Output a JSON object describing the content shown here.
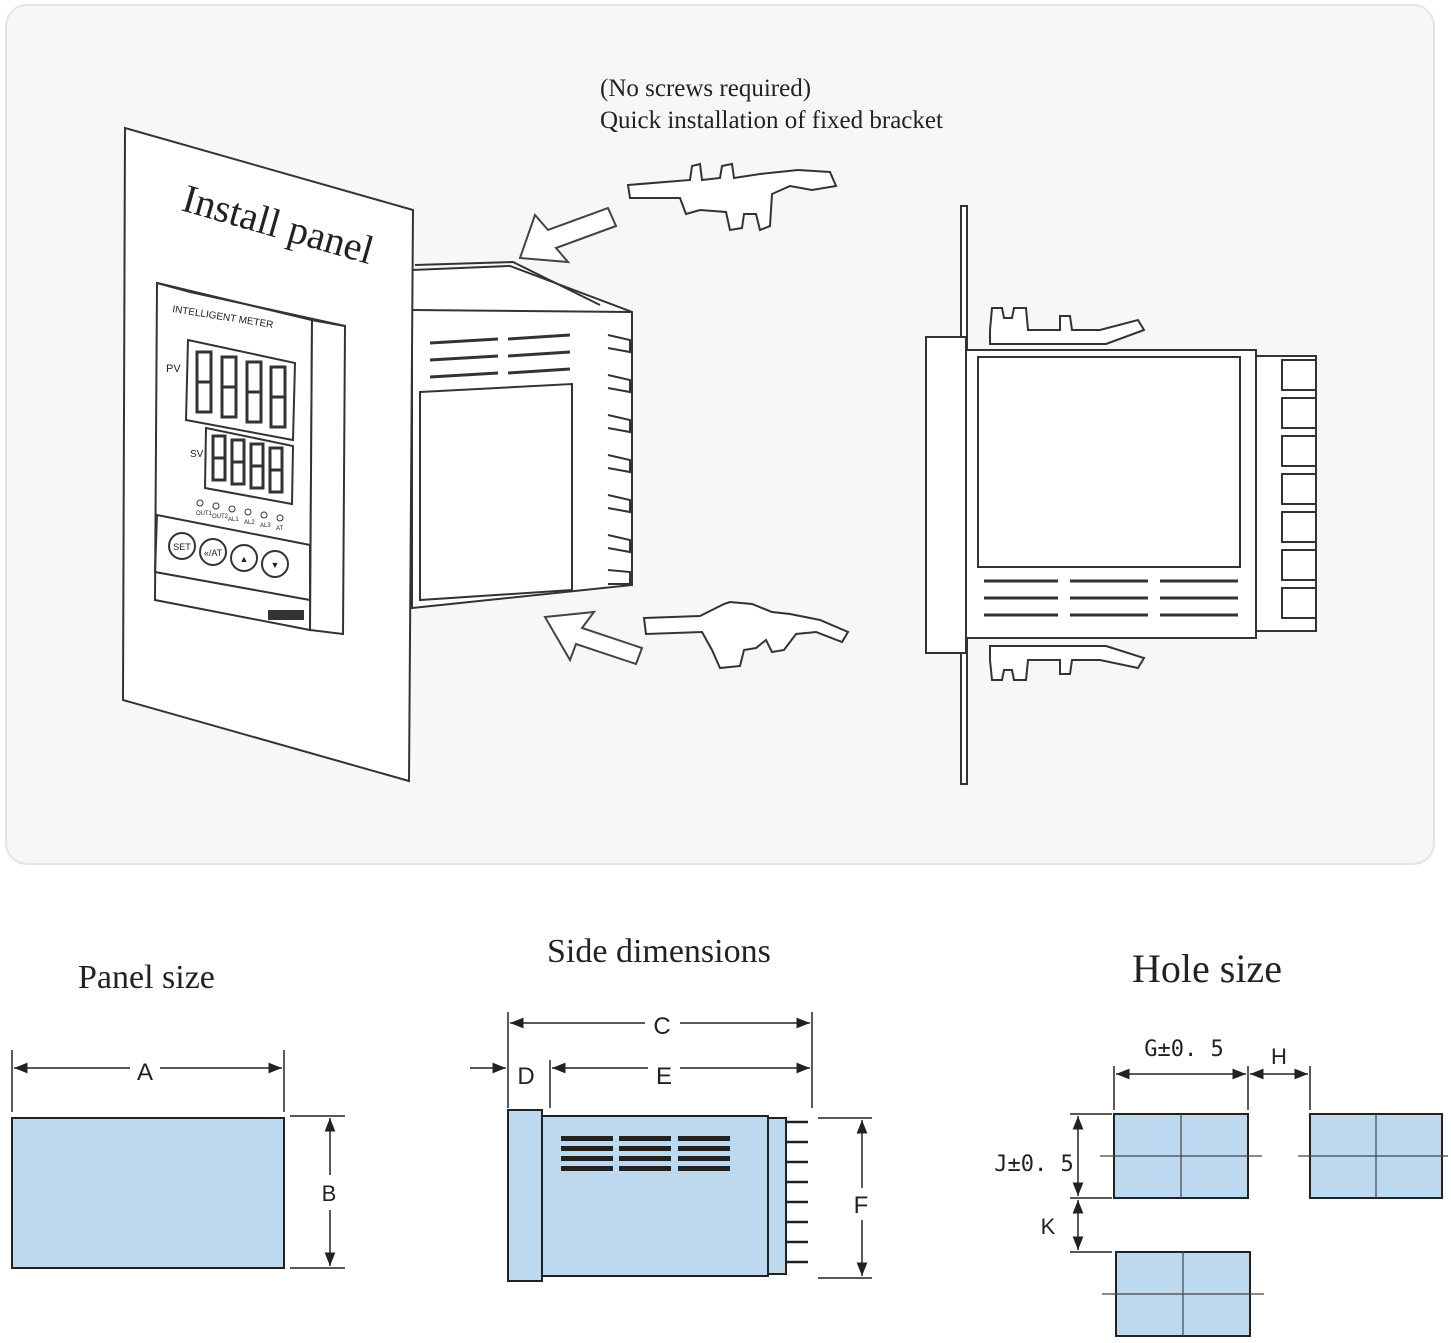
{
  "install": {
    "note_line1": "(No screws required)",
    "note_line2": "Quick installation of fixed bracket",
    "panel_label": "Install panel",
    "meter": {
      "title": "INTELLIGENT METER",
      "pv_label": "PV",
      "sv_label": "SV",
      "leds": [
        "OUT1",
        "OUT2",
        "AL1",
        "AL2",
        "AL3",
        "AT"
      ],
      "buttons": [
        "SET",
        "«/AT",
        "▲",
        "▼"
      ]
    }
  },
  "panel_size": {
    "title": "Panel size",
    "width_label": "A",
    "height_label": "B",
    "fill": "#bcd9f0"
  },
  "side_dimensions": {
    "title": "Side dimensions",
    "length_label": "C",
    "bezel_label": "D",
    "body_label": "E",
    "height_label": "F"
  },
  "hole_size": {
    "title": "Hole size",
    "width_label": "G±0. 5",
    "gap_h_label": "H",
    "height_label": "J±0. 5",
    "gap_v_label": "K"
  }
}
